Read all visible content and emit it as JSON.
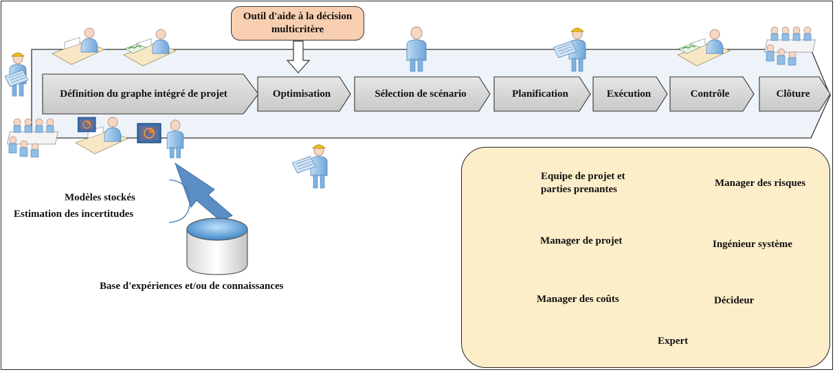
{
  "tool": {
    "label": "Outil d'aide à la décision multicritère"
  },
  "process": {
    "steps": [
      {
        "label": "Définition du graphe intégré de projet"
      },
      {
        "label": "Optimisation"
      },
      {
        "label": "Sélection de scénario"
      },
      {
        "label": "Planification"
      },
      {
        "label": "Exécution"
      },
      {
        "label": "Contrôle"
      },
      {
        "label": "Clôture"
      }
    ]
  },
  "inputs": {
    "stored_models": "Modèles stockés",
    "uncertainty_estimation": "Estimation des incertitudes"
  },
  "database": {
    "label": "Base d'expériences et/ou de connaissances"
  },
  "legend": {
    "team": "Equipe de projet et parties prenantes",
    "risk_manager": "Manager des risques",
    "project_manager": "Manager de projet",
    "system_engineer": "Ingénieur système",
    "cost_manager": "Manager des coûts",
    "decision_maker": "Décideur",
    "expert": "Expert"
  },
  "colors": {
    "band_fill": "#eef3f9",
    "step_fill": "#d9d9d9",
    "tool_fill": "#f8cfb0",
    "legend_fill": "#fdeeca",
    "arrow_blue": "#5b8ec4",
    "db_top": "#3f86c6",
    "person_blue": "#8fbde6"
  }
}
